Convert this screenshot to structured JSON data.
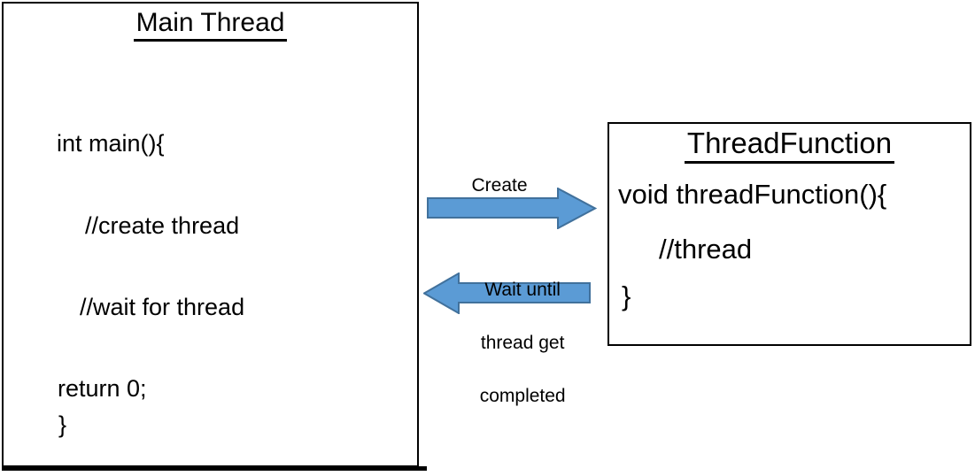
{
  "diagram": {
    "main_box": {
      "title": "Main Thread",
      "lines": [
        "int main(){",
        "//create thread",
        "//wait for thread",
        "return 0;",
        "}"
      ]
    },
    "func_box": {
      "title": "ThreadFunction",
      "lines": [
        "void threadFunction(){",
        "//thread",
        "}"
      ]
    },
    "create_arrow": {
      "label": "Create",
      "direction": "right"
    },
    "wait_arrow": {
      "label_lines": [
        "Wait until",
        "thread get",
        "completed"
      ],
      "direction": "left"
    },
    "colors": {
      "arrow_fill": "#5B9BD5",
      "arrow_stroke": "#41719C",
      "box_border": "#000000"
    }
  }
}
